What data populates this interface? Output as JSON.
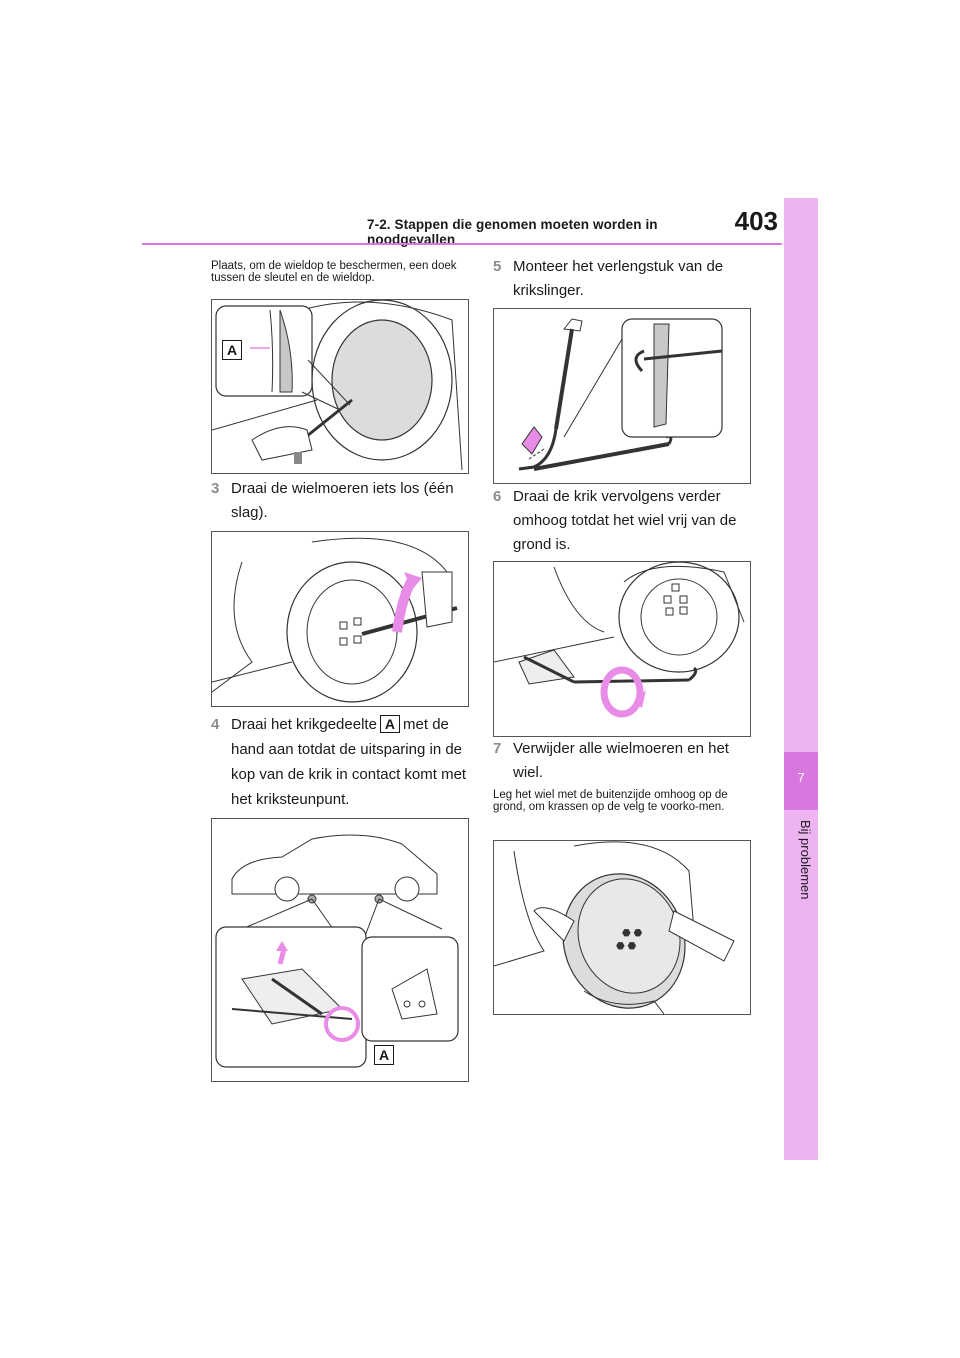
{
  "header": {
    "title": "7-2. Stappen die genomen moeten worden in noodgevallen",
    "page_number": "403"
  },
  "side_tab": {
    "number": "7",
    "label": "Bij problemen"
  },
  "left_column": {
    "note": "Plaats, om de wieldop te beschermen, een doek tussen de sleutel en de wieldop.",
    "fig1_callout": "A",
    "step3": {
      "num": "3",
      "text_line1": "Draai de wielmoeren iets los (één",
      "text_line2": "slag)."
    },
    "step4": {
      "num": "4",
      "text_before": "Draai het krikgedeelte",
      "callout": "A",
      "text_after": "met de",
      "line2": "hand aan totdat de uitsparing in de",
      "line3": "kop van de krik in contact komt met",
      "line4": "het kriksteunpunt."
    },
    "fig3_callout": "A"
  },
  "right_column": {
    "step5": {
      "num": "5",
      "text_line1": "Monteer het verlengstuk van de",
      "text_line2": "krikslinger."
    },
    "step6": {
      "num": "6",
      "text_line1": "Draai de krik vervolgens verder",
      "text_line2": "omhoog totdat het wiel vrij van de",
      "text_line3": "grond is."
    },
    "step7": {
      "num": "7",
      "text_line1": "Verwijder alle wielmoeren en het",
      "text_line2": "wiel."
    },
    "note": "Leg het wiel met de buitenzijde omhoog op de grond, om krassen op de velg te voorko-men."
  },
  "colors": {
    "accent": "#d977e0",
    "tab": "#eeb4f2",
    "arrow": "#e88ce8"
  }
}
